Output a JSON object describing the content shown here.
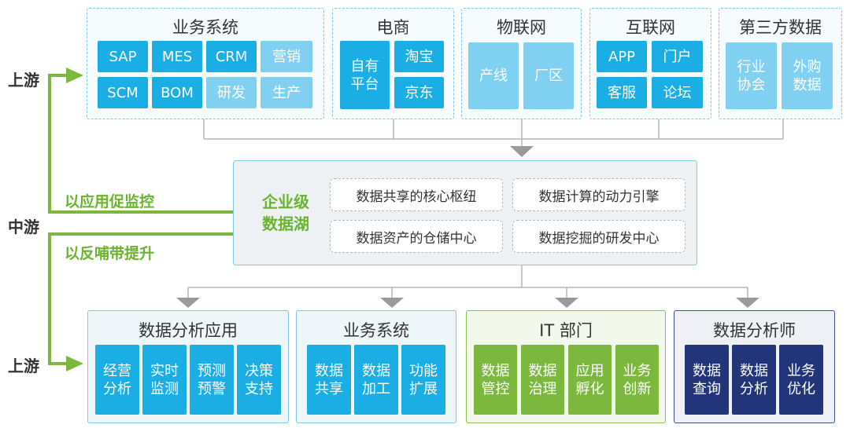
{
  "sides": {
    "top": "上游",
    "middle": "中游",
    "bottom": "上游"
  },
  "green_labels": {
    "upper": "以应用促监控",
    "lower": "以反哺带提升"
  },
  "top_panels": [
    {
      "title": "业务系统",
      "tiles": [
        "SAP",
        "MES",
        "CRM",
        "营销",
        "SCM",
        "BOM",
        "研发",
        "生产"
      ]
    },
    {
      "title": "电商",
      "tiles": [
        "自有\n平台",
        "淘宝",
        "京东"
      ]
    },
    {
      "title": "物联网",
      "tiles": [
        "产线",
        "厂区"
      ]
    },
    {
      "title": "互联网",
      "tiles": [
        "APP",
        "门户",
        "客服",
        "论坛"
      ]
    },
    {
      "title": "第三方数据",
      "tiles": [
        "行业\n协会",
        "外购\n数据"
      ]
    }
  ],
  "lake": {
    "title": "企业级\n数据湖",
    "items": [
      "数据共享的核心枢纽",
      "数据计算的动力引擎",
      "数据资产的仓储中心",
      "数据挖掘的研发中心"
    ]
  },
  "bottom_panels": [
    {
      "title": "数据分析应用",
      "tiles": [
        "经营\n分析",
        "实时\n监测",
        "预测\n预警",
        "决策\n支持"
      ]
    },
    {
      "title": "业务系统",
      "tiles": [
        "数据\n共享",
        "数据\n加工",
        "功能\n扩展"
      ]
    },
    {
      "title": "IT 部门",
      "tiles": [
        "数据\n管控",
        "数据\n治理",
        "应用\n孵化",
        "业务\n创新"
      ]
    },
    {
      "title": "数据分析师",
      "tiles": [
        "数据\n查询",
        "数据\n分析",
        "业务\n优化"
      ]
    }
  ],
  "colors": {
    "tile_dark": "#1aaee5",
    "tile_light": "#80d0f2",
    "green": "#7db83e",
    "navy": "#22357a",
    "label_green": "#6ab42d"
  }
}
